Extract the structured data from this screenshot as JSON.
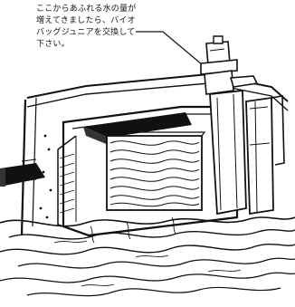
{
  "callout": {
    "lines": [
      "ここからあふれる水の量が",
      "増えてきましたら、バイオ",
      "バッグジュニアを交換して",
      "下さい。"
    ]
  }
}
